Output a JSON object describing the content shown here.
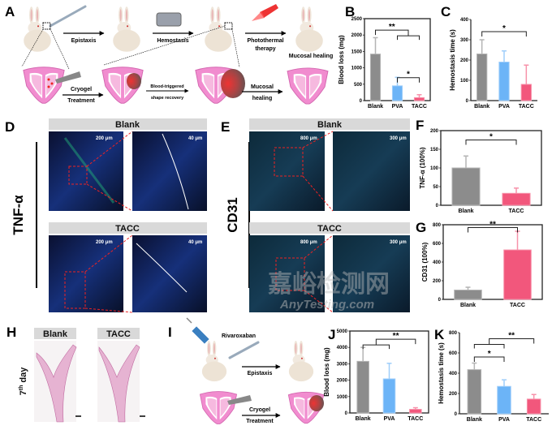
{
  "panels": {
    "A": "A",
    "B": "B",
    "C": "C",
    "D": "D",
    "E": "E",
    "F": "F",
    "G": "G",
    "H": "H",
    "I": "I",
    "J": "J",
    "K": "K"
  },
  "schematic_A": {
    "epistaxis": "Epistaxis",
    "hemostasis": "Hemostasis",
    "photothermal_1": "Photothermal",
    "photothermal_2": "therapy",
    "mucosal_healing_top": "Mucosal healing",
    "cryogel": "Cryogel",
    "treatment": "Treatment",
    "blood_triggered": "Blood-triggered",
    "shape_recovery": "shape recovery",
    "mucosal": "Mucosal",
    "healing": "healing"
  },
  "panel_D": {
    "side_label": "TNF-α",
    "blank": "Blank",
    "tacc": "TACC",
    "scale_left": "200 μm",
    "scale_right": "40 μm"
  },
  "panel_E": {
    "side_label": "CD31",
    "blank": "Blank",
    "tacc": "TACC",
    "scale_left": "800 μm",
    "scale_right": "300 μm"
  },
  "panel_H": {
    "blank": "Blank",
    "tacc": "TACC",
    "side_label": "7",
    "side_sup": "th",
    "side_rest": " day"
  },
  "schematic_I": {
    "drug": "Rivaroxaban",
    "epistaxis": "Epistaxis",
    "cryogel": "Cryogel",
    "treatment": "Treatment"
  },
  "watermark": {
    "cn": "嘉峪检测网",
    "en": "AnyTesting.com"
  },
  "colors": {
    "Blank": "#8c8c8c",
    "PVA": "#6cb4f7",
    "TACC": "#f2577c"
  },
  "chart_data": [
    {
      "id": "B",
      "type": "bar",
      "ylabel": "Blood loss (mg)",
      "categories": [
        "Blank",
        "PVA",
        "TACC"
      ],
      "values": [
        1420,
        450,
        90
      ],
      "errors": [
        500,
        260,
        90
      ],
      "ylim": [
        0,
        2500
      ],
      "yticks": [
        0,
        500,
        1000,
        1500,
        2000,
        2500
      ],
      "box": true,
      "annotations": [
        {
          "label": "**",
          "left": [
            0
          ],
          "right": [
            1,
            2
          ],
          "y": 2150
        },
        {
          "label": "*",
          "left": [
            1
          ],
          "right": [
            2
          ],
          "y": 700
        }
      ]
    },
    {
      "id": "C",
      "type": "bar",
      "ylabel": "Hemostasis time (s)",
      "categories": [
        "Blank",
        "PVA",
        "TACC"
      ],
      "values": [
        230,
        190,
        80
      ],
      "errors": [
        70,
        55,
        95
      ],
      "ylim": [
        0,
        400
      ],
      "yticks": [
        0,
        100,
        200,
        300,
        400
      ],
      "box": false,
      "annotations": [
        {
          "label": "*",
          "left": [
            0
          ],
          "right": [
            2
          ],
          "y": 340
        }
      ]
    },
    {
      "id": "F",
      "type": "bar",
      "ylabel": "TNF-α (100%)",
      "categories": [
        "Blank",
        "TACC"
      ],
      "values": [
        100,
        32
      ],
      "errors": [
        32,
        14
      ],
      "ylim": [
        0,
        200
      ],
      "yticks": [
        0,
        50,
        100,
        150,
        200
      ],
      "box": true,
      "annotations": [
        {
          "label": "*",
          "left": [
            0
          ],
          "right": [
            1
          ],
          "y": 175
        }
      ]
    },
    {
      "id": "G",
      "type": "bar",
      "ylabel": "CD31 (100%)",
      "categories": [
        "Blank",
        "TACC"
      ],
      "values": [
        100,
        530
      ],
      "errors": [
        30,
        200
      ],
      "ylim": [
        0,
        800
      ],
      "yticks": [
        0,
        200,
        400,
        600,
        800
      ],
      "box": true,
      "annotations": [
        {
          "label": "**",
          "left": [
            0
          ],
          "right": [
            1
          ],
          "y": 770
        }
      ]
    },
    {
      "id": "J",
      "type": "bar",
      "ylabel": "Blood loss (mg)",
      "categories": [
        "Blank",
        "PVA",
        "TACC"
      ],
      "values": [
        3150,
        2080,
        220
      ],
      "errors": [
        850,
        950,
        100
      ],
      "ylim": [
        0,
        5000
      ],
      "yticks": [
        0,
        1000,
        2000,
        3000,
        4000,
        5000
      ],
      "box": true,
      "annotations": [
        {
          "label": "**",
          "left": [
            0,
            1
          ],
          "right": [
            2
          ],
          "y": 4500
        }
      ]
    },
    {
      "id": "K",
      "type": "bar",
      "ylabel": "Hemostasis time (s)",
      "categories": [
        "Blank",
        "PVA",
        "TACC"
      ],
      "values": [
        435,
        270,
        145
      ],
      "errors": [
        65,
        65,
        45
      ],
      "ylim": [
        0,
        800
      ],
      "yticks": [
        0,
        200,
        400,
        600,
        800
      ],
      "box": false,
      "annotations": [
        {
          "label": "*",
          "left": [
            0
          ],
          "right": [
            1
          ],
          "y": 560
        },
        {
          "label": "**",
          "left": [
            0,
            1
          ],
          "right": [
            2
          ],
          "y": 740
        }
      ]
    }
  ]
}
